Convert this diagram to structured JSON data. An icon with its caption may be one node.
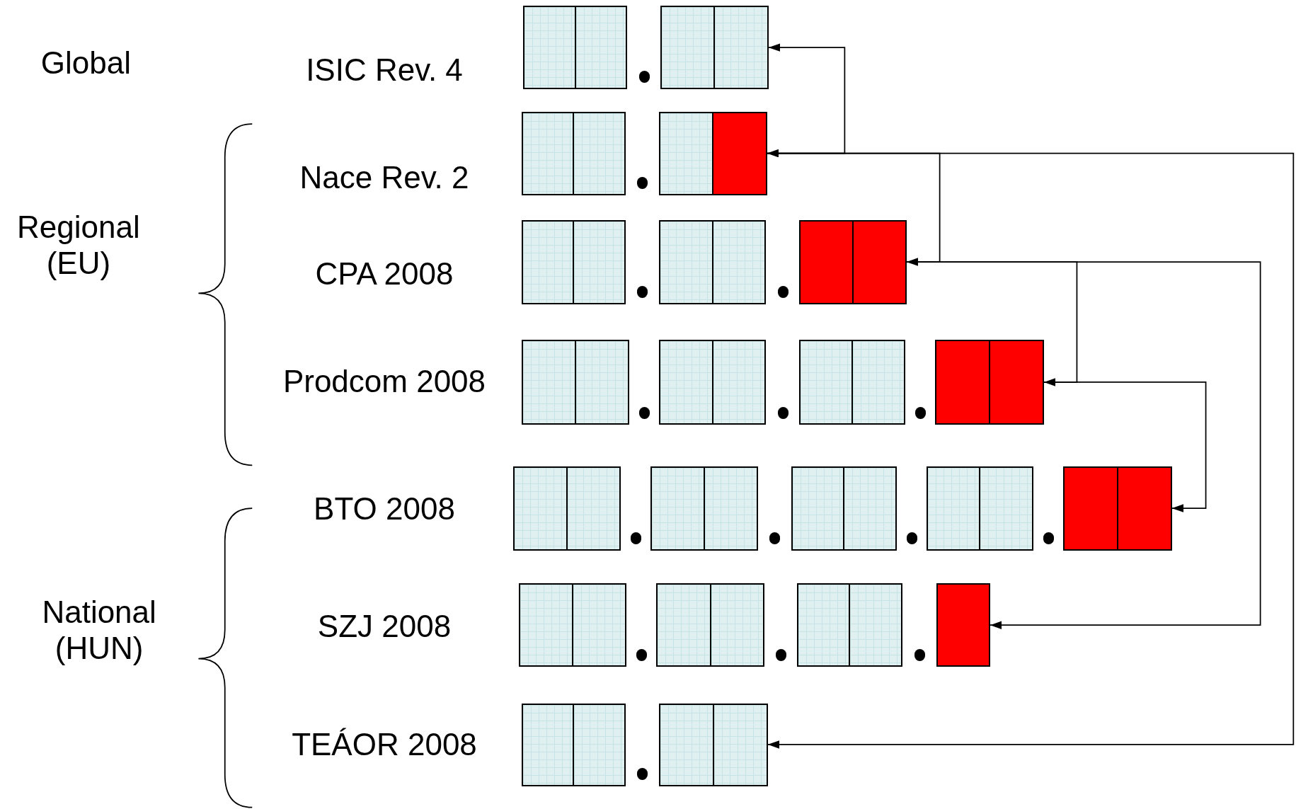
{
  "diagram": {
    "nodes": [
      {
        "text": [],
        "shape": "box",
        "beside": [
          "ISIC Rev. 4"
        ]
      },
      {
        "text": [],
        "shape": "box",
        "beside": [
          "Nace Rev. 2"
        ]
      },
      {
        "text": [],
        "shape": "box",
        "beside": [
          "CPA 2008"
        ]
      },
      {
        "text": [],
        "shape": "box",
        "beside": [
          "Prodcom 2008"
        ]
      },
      {
        "text": [],
        "shape": "box",
        "beside": [
          "BTO 2008"
        ]
      },
      {
        "text": [],
        "shape": "box",
        "beside": [
          "SZJ 2008"
        ]
      },
      {
        "text": [],
        "shape": "box",
        "beside": [
          "TEÁOR 2008"
        ]
      }
    ],
    "edges": [
      {
        "from": 1,
        "to": 0,
        "arrow": "both"
      },
      {
        "from": 1,
        "to": 2,
        "arrow": "to"
      },
      {
        "from": 1,
        "to": 6,
        "arrow": "to"
      },
      {
        "from": 2,
        "to": 3,
        "arrow": "to"
      },
      {
        "from": 2,
        "to": 5,
        "arrow": "to"
      },
      {
        "from": 3,
        "to": 4,
        "arrow": "to"
      }
    ],
    "labels": [
      "Global",
      "Regional (EU)",
      "National (HUN)"
    ]
  }
}
